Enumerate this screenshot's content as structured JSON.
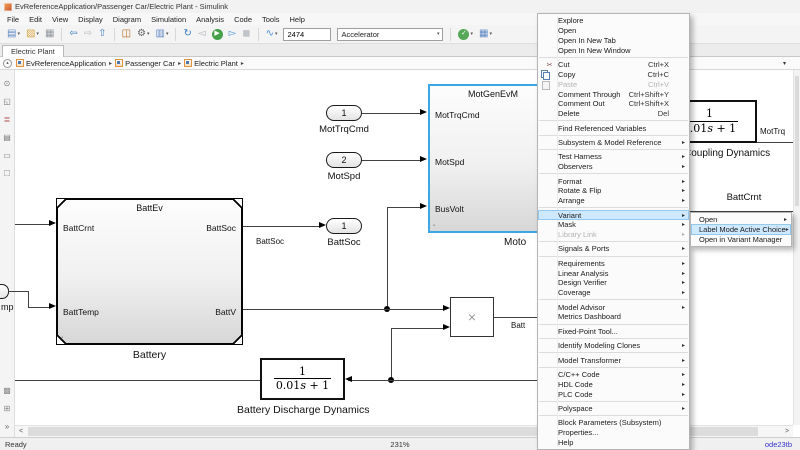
{
  "window": {
    "title": "EvReferenceApplication/Passenger Car/Electric Plant - Simulink"
  },
  "menubar": [
    "File",
    "Edit",
    "View",
    "Display",
    "Diagram",
    "Simulation",
    "Analysis",
    "Code",
    "Tools",
    "Help"
  ],
  "toolbar": {
    "sim_time": "2474",
    "mode": "Accelerator",
    "items": [
      {
        "type": "icon",
        "name": "new-model-icon",
        "glyph": "▤",
        "color": "#5b87c5",
        "dd": true
      },
      {
        "type": "icon",
        "name": "open-model-icon",
        "glyph": "▨",
        "color": "#d9a441",
        "dd": true
      },
      {
        "type": "icon",
        "name": "save-model-icon",
        "glyph": "▦",
        "color": "#8f969e"
      },
      {
        "type": "sep"
      },
      {
        "type": "icon",
        "name": "back-icon",
        "glyph": "⇦",
        "color": "#3f7fc1"
      },
      {
        "type": "icon",
        "name": "forward-icon",
        "glyph": "⇨",
        "color": "#b9bec5"
      },
      {
        "type": "icon",
        "name": "up-to-parent-icon",
        "glyph": "⇧",
        "color": "#3f7fc1"
      },
      {
        "type": "sep"
      },
      {
        "type": "icon",
        "name": "library-browser-icon",
        "glyph": "◫",
        "color": "#b5651d"
      },
      {
        "type": "icon",
        "name": "model-config-icon",
        "glyph": "⚙",
        "color": "#666666",
        "dd": true
      },
      {
        "type": "icon",
        "name": "model-explorer-icon",
        "glyph": "▥",
        "color": "#5b87c5",
        "dd": true
      },
      {
        "type": "sep"
      },
      {
        "type": "icon",
        "name": "fast-restart-icon",
        "glyph": "↻",
        "color": "#3f7fc1"
      },
      {
        "type": "icon",
        "name": "step-back-icon",
        "glyph": "◅",
        "color": "#b0b5bb"
      },
      {
        "type": "icon",
        "name": "run-icon",
        "glyph": "▶",
        "color": "#ffffff",
        "bg": "#46a049",
        "round": true
      },
      {
        "type": "icon",
        "name": "step-forward-icon",
        "glyph": "▻",
        "color": "#4f93d6"
      },
      {
        "type": "icon",
        "name": "stop-icon",
        "glyph": "◼",
        "color": "#c0c4c9"
      },
      {
        "type": "sep"
      },
      {
        "type": "icon",
        "name": "simulation-data-inspector-icon",
        "glyph": "∿",
        "color": "#4f93d6",
        "dd": true
      },
      {
        "type": "input",
        "name": "stop-time-input"
      },
      {
        "type": "combo",
        "name": "simulation-mode-select"
      },
      {
        "type": "sep"
      },
      {
        "type": "icon",
        "name": "update-diagram-icon",
        "glyph": "✓",
        "color": "#ffffff",
        "bg": "#54a857",
        "round": true,
        "dd": true
      },
      {
        "type": "icon",
        "name": "library-refresh-icon",
        "glyph": "▦",
        "color": "#5b87c5",
        "dd": true
      }
    ]
  },
  "tabs": {
    "active": "Electric Plant"
  },
  "breadcrumb": [
    "EvReferenceApplication",
    "Passenger Car",
    "Electric Plant"
  ],
  "palette": {
    "top": [
      {
        "name": "zoom-icon",
        "glyph": "⊙",
        "color": "#777777"
      },
      {
        "name": "fit-to-view-icon",
        "glyph": "◱",
        "color": "#777777"
      },
      {
        "name": "sample-time-icon",
        "glyph": "≣",
        "color": "#b04848"
      },
      {
        "name": "annotation-image-icon",
        "glyph": "▤",
        "color": "#777777"
      },
      {
        "name": "annotation-note-icon",
        "glyph": "▭",
        "color": "#777777"
      },
      {
        "name": "area-box-icon",
        "glyph": "☐",
        "color": "#999999"
      }
    ],
    "bottom": [
      {
        "name": "viewmarks-icon",
        "glyph": "▩",
        "color": "#888888"
      },
      {
        "name": "zoom-controls-icon",
        "glyph": "⊞",
        "color": "#888888"
      },
      {
        "name": "expand-palette-icon",
        "glyph": "»",
        "color": "#666666"
      }
    ]
  },
  "canvas": {
    "battery": {
      "title": "BattEv",
      "name": "Battery",
      "port_in_top": "BattCrnt",
      "port_in_bottom": "BattTemp",
      "port_out_top": "BattSoc",
      "port_out_bottom": "BattV",
      "badge": "▪"
    },
    "motgen": {
      "title": "MotGenEvM",
      "name": "Moto",
      "port1": "MotTrqCmd",
      "port2": "MotSpd",
      "port3": "BusVolt",
      "badge": "▪"
    },
    "inport1": {
      "num": "1",
      "label": "MotTrqCmd"
    },
    "inport2": {
      "num": "2",
      "label": "MotSpd"
    },
    "outport1": {
      "num": "1",
      "label": "BattSoc"
    },
    "coupling": {
      "num": "1",
      "den_pre": "0.01",
      "den_var": "s",
      "den_post": " + 1",
      "name": "Coupling Dynamics"
    },
    "discharge": {
      "num": "1",
      "den_pre": "0.01",
      "den_var": "s",
      "den_post": " + 1",
      "name": "Battery Discharge Dynamics"
    },
    "multiply": "×",
    "labels": {
      "battsoc_signal": "BattSoc",
      "mottrq": "MotTrq",
      "battcrnt": "BattCrnt",
      "battpwr_partial": "Batt",
      "battemp_partial": "mp"
    }
  },
  "context_menu": {
    "items": [
      {
        "label": "Explore"
      },
      {
        "label": "Open"
      },
      {
        "label": "Open In New Tab"
      },
      {
        "label": "Open In New Window"
      },
      {
        "sep": true
      },
      {
        "label": "Cut",
        "shortcut": "Ctrl+X",
        "icon": "cut-icon",
        "glyph": "✂"
      },
      {
        "label": "Copy",
        "shortcut": "Ctrl+C",
        "icon": "copy-icon"
      },
      {
        "label": "Paste",
        "shortcut": "Ctrl+V",
        "icon": "paste-icon",
        "disabled": true
      },
      {
        "label": "Comment Through",
        "shortcut": "Ctrl+Shift+Y"
      },
      {
        "label": "Comment Out",
        "shortcut": "Ctrl+Shift+X"
      },
      {
        "label": "Delete",
        "shortcut": "Del"
      },
      {
        "sep": true
      },
      {
        "label": "Find Referenced Variables"
      },
      {
        "sep": true
      },
      {
        "label": "Subsystem & Model Reference",
        "submenu": true
      },
      {
        "sep": true
      },
      {
        "label": "Test Harness",
        "submenu": true
      },
      {
        "label": "Observers",
        "submenu": true
      },
      {
        "sep": true
      },
      {
        "label": "Format",
        "submenu": true
      },
      {
        "label": "Rotate & Flip",
        "submenu": true
      },
      {
        "label": "Arrange",
        "submenu": true
      },
      {
        "sep": true
      },
      {
        "label": "Variant",
        "submenu": true,
        "highlighted": true
      },
      {
        "label": "Mask",
        "submenu": true
      },
      {
        "label": "Library Link",
        "submenu": true,
        "disabled": true
      },
      {
        "sep": true
      },
      {
        "label": "Signals & Ports",
        "submenu": true
      },
      {
        "sep": true
      },
      {
        "label": "Requirements",
        "submenu": true
      },
      {
        "label": "Linear Analysis",
        "submenu": true
      },
      {
        "label": "Design Verifier",
        "submenu": true
      },
      {
        "label": "Coverage",
        "submenu": true
      },
      {
        "sep": true
      },
      {
        "label": "Model Advisor",
        "submenu": true
      },
      {
        "label": "Metrics Dashboard"
      },
      {
        "sep": true
      },
      {
        "label": "Fixed-Point Tool..."
      },
      {
        "sep": true
      },
      {
        "label": "Identify Modeling Clones",
        "submenu": true
      },
      {
        "sep": true
      },
      {
        "label": "Model Transformer",
        "submenu": true
      },
      {
        "sep": true
      },
      {
        "label": "C/C++ Code",
        "submenu": true
      },
      {
        "label": "HDL Code",
        "submenu": true
      },
      {
        "label": "PLC Code",
        "submenu": true
      },
      {
        "sep": true
      },
      {
        "label": "Polyspace",
        "submenu": true
      },
      {
        "sep": true
      },
      {
        "label": "Block Parameters (Subsystem)"
      },
      {
        "label": "Properties..."
      },
      {
        "label": "Help"
      }
    ]
  },
  "variant_submenu": {
    "items": [
      {
        "label": "Open",
        "submenu": true
      },
      {
        "label": "Label Mode Active Choice",
        "submenu": true,
        "highlighted": true
      },
      {
        "label": "Open in Variant Manager"
      }
    ]
  },
  "scrollbars": {
    "left_arrow": "<",
    "right_arrow": ">",
    "breadcrumb_dd": "▾",
    "circle_glyph": "▴"
  },
  "statusbar": {
    "left": "Ready",
    "zoom": "231%",
    "solver": "ode23tb"
  }
}
